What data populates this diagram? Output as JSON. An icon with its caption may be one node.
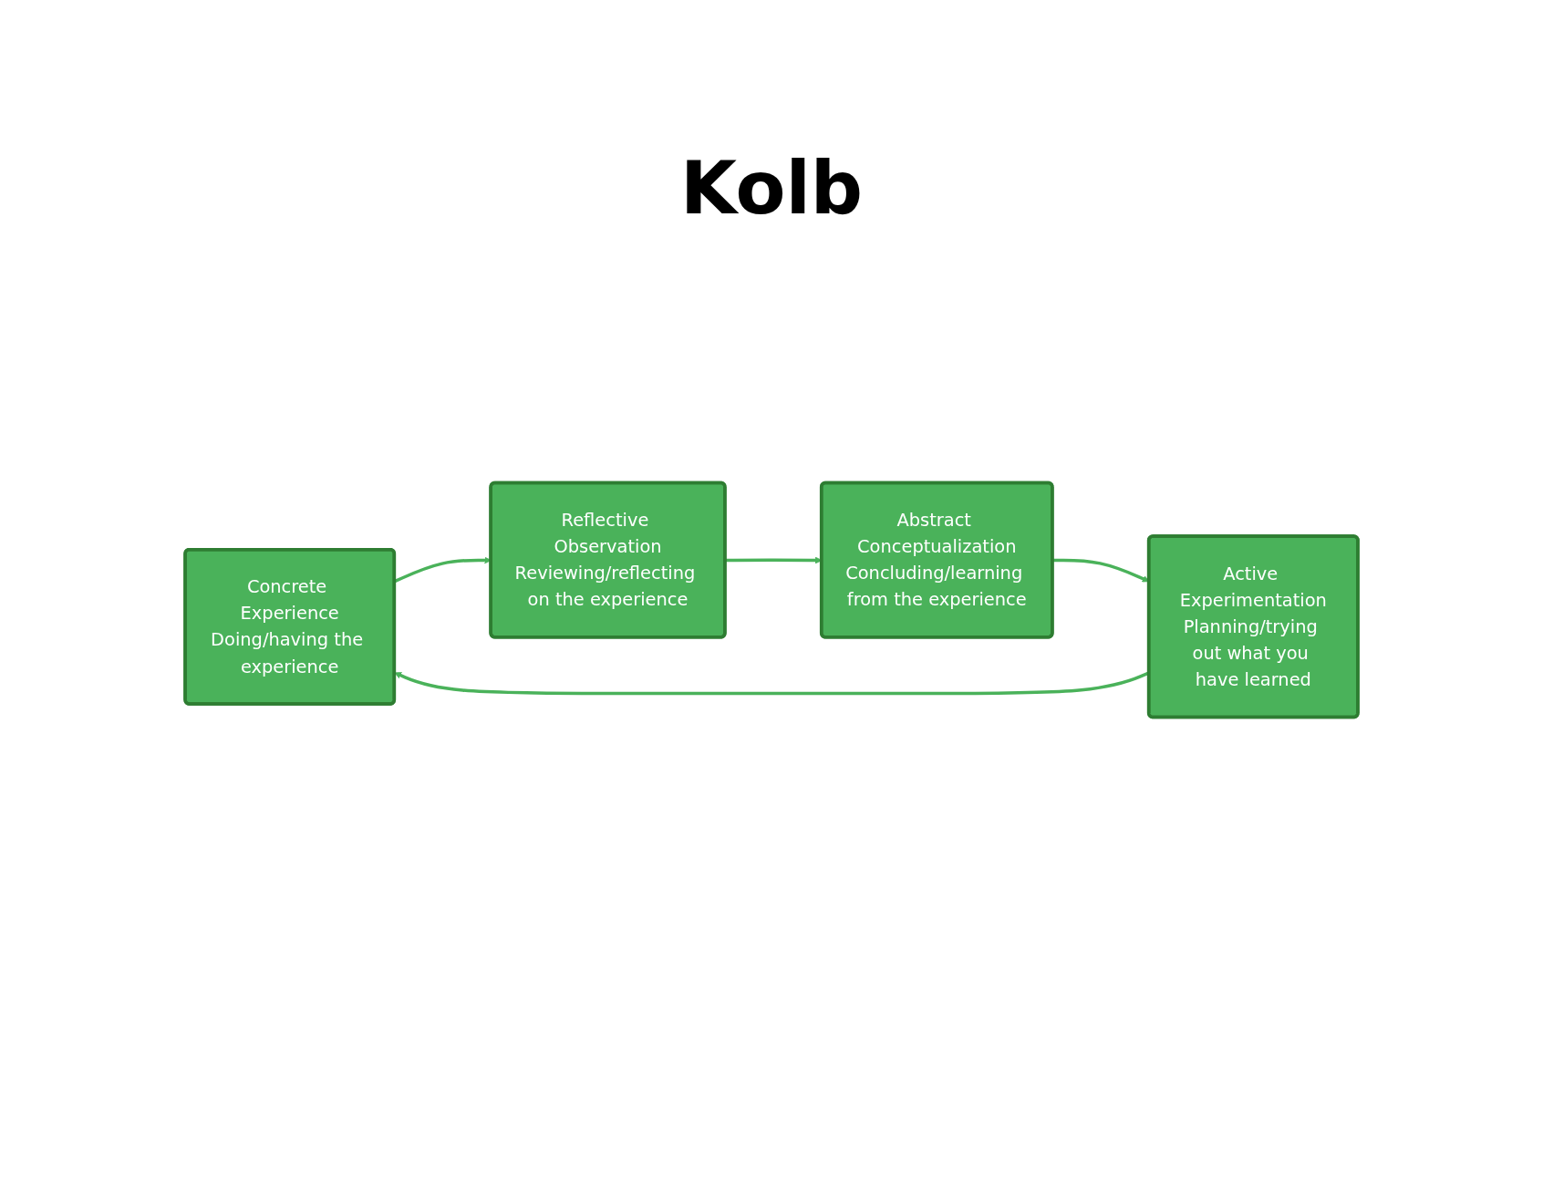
{
  "diagram": {
    "nodes": [
      {
        "text": [
          "Concrete Experience",
          "Doing/having the experience"
        ]
      },
      {
        "text": [
          "Reflective Observation",
          "Reviewing/reflecting on the experience"
        ]
      },
      {
        "text": [
          "Abstract Conceptualization",
          "Concluding/learning from the experience"
        ]
      },
      {
        "text": [
          "Active Experimentation",
          "Planning/trying out what you have learned"
        ]
      }
    ],
    "edges": [
      {
        "from": 0,
        "to": 1,
        "arrow": "to"
      },
      {
        "from": 1,
        "to": 2,
        "arrow": "to"
      },
      {
        "from": 2,
        "to": 3,
        "arrow": "to"
      },
      {
        "from": 3,
        "to": 0,
        "arrow": "to"
      }
    ],
    "labels": [
      "Kolb"
    ]
  }
}
